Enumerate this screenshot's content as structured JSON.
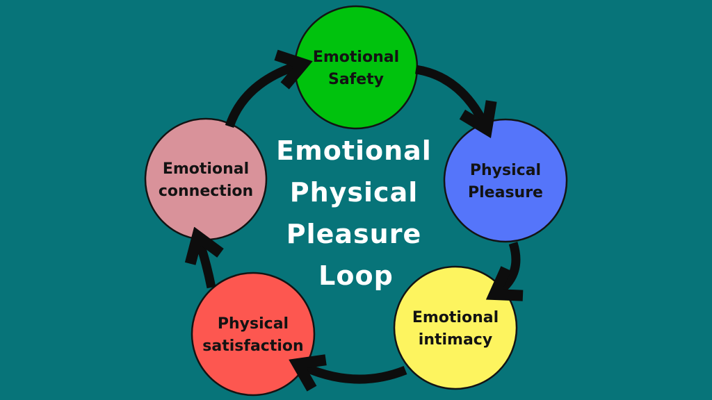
{
  "title": {
    "lines": [
      "Emotional",
      "Physical",
      "Pleasure",
      "Loop"
    ],
    "color": "#ffffff"
  },
  "nodes": [
    {
      "id": "emotional-safety",
      "line1": "Emotional",
      "line2": "Safety",
      "color": "#00c20d"
    },
    {
      "id": "physical-pleasure",
      "line1": "Physical",
      "line2": "Pleasure",
      "color": "#5575fa"
    },
    {
      "id": "emotional-intimacy",
      "line1": "Emotional",
      "line2": "intimacy",
      "color": "#fdf45f"
    },
    {
      "id": "physical-satisfaction",
      "line1": "Physical",
      "line2": "satisfaction",
      "color": "#fd5750"
    },
    {
      "id": "emotional-connection",
      "line1": "Emotional",
      "line2": "connection",
      "color": "#d9929a"
    }
  ],
  "style": {
    "background_color": "#077479",
    "arrow_color": "#0d0d0d",
    "outline_color": "#131313",
    "label_color": "#131313"
  }
}
